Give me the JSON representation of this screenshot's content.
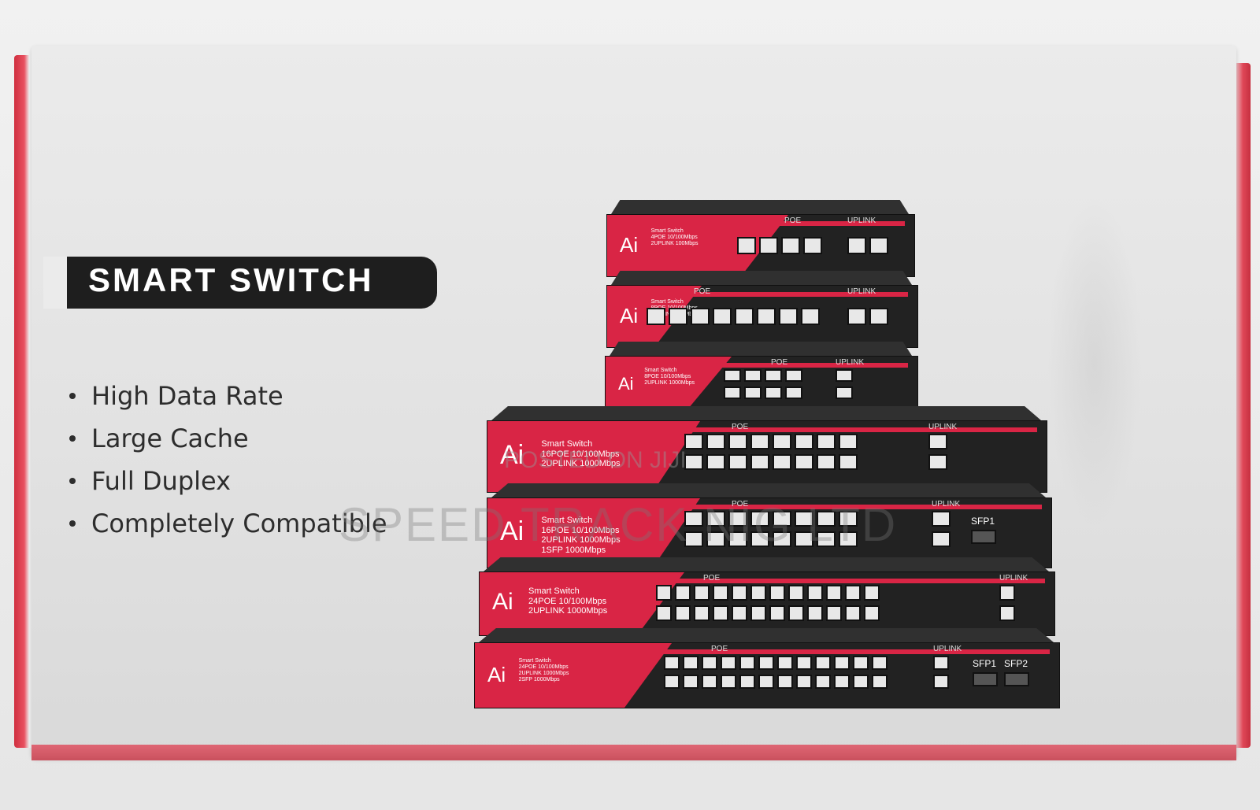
{
  "box": {
    "title": "SMART SWITCH",
    "features": [
      "High Data Rate",
      "Large Cache",
      "Full Duplex",
      "Completely Compatible"
    ],
    "brand_color": "#d92545",
    "panel_color": "#222222",
    "watermark_main": "SPEED TRACK NIG LTD",
    "watermark_small": "POSTED ON JIJI"
  },
  "switches": [
    {
      "logo": "Ai",
      "spec": [
        "Smart Switch",
        "4POE 10/100Mbps",
        "2UPLINK 100Mbps"
      ],
      "poe_label": "POE",
      "uplink_label": "UPLINK"
    },
    {
      "logo": "Ai",
      "spec": [
        "Smart Switch",
        "8POE 10/100Mbps",
        "2UPLINK 100Mbps"
      ],
      "poe_label": "POE",
      "uplink_label": "UPLINK"
    },
    {
      "logo": "Ai",
      "spec": [
        "Smart Switch",
        "8POE 10/100Mbps",
        "2UPLINK 1000Mbps"
      ],
      "poe_label": "POE",
      "uplink_label": "UPLINK"
    },
    {
      "logo": "Ai",
      "spec": [
        "Smart Switch",
        "16POE 10/100Mbps",
        "2UPLINK 1000Mbps"
      ],
      "poe_label": "POE",
      "uplink_label": "UPLINK"
    },
    {
      "logo": "Ai",
      "spec": [
        "Smart Switch",
        "16POE 10/100Mbps",
        "2UPLINK 1000Mbps",
        "1SFP 1000Mbps"
      ],
      "poe_label": "POE",
      "uplink_label": "UPLINK",
      "sfp_label": "SFP1"
    },
    {
      "logo": "Ai",
      "spec": [
        "Smart Switch",
        "24POE 10/100Mbps",
        "2UPLINK 1000Mbps"
      ],
      "poe_label": "POE",
      "uplink_label": "UPLINK"
    },
    {
      "logo": "Ai",
      "spec": [
        "Smart Switch",
        "24POE 10/100Mbps",
        "2UPLINK 1000Mbps",
        "2SFP 1000Mbps"
      ],
      "poe_label": "POE",
      "uplink_label": "UPLINK",
      "sfp_label": "SFP1",
      "sfp2_label": "SFP2"
    }
  ]
}
